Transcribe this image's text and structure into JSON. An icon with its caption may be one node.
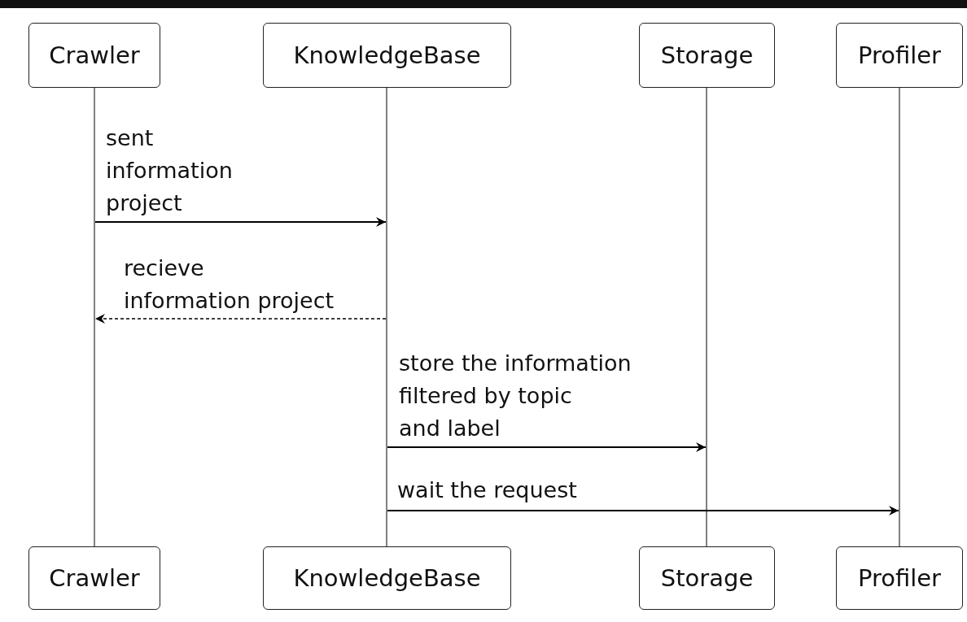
{
  "diagram": {
    "nodes": [
      {
        "text": [
          "Crawler"
        ]
      },
      {
        "text": [
          "KnowledgeBase"
        ]
      },
      {
        "text": [
          "Storage"
        ]
      },
      {
        "text": [
          "Profiler"
        ]
      },
      {
        "text": [
          "Crawler"
        ]
      },
      {
        "text": [
          "KnowledgeBase"
        ]
      },
      {
        "text": [
          "Storage"
        ]
      },
      {
        "text": [
          "Profiler"
        ]
      },
      {
        "text": [],
        "shape": "line"
      },
      {
        "text": [],
        "shape": "line"
      },
      {
        "text": [],
        "shape": "line"
      },
      {
        "text": [],
        "shape": "line"
      }
    ],
    "edges": [
      {
        "from": 8,
        "to": 9,
        "arrow": "to",
        "label": "sent information project"
      },
      {
        "from": 9,
        "to": 8,
        "arrow": "to",
        "label": "recieve information project",
        "style": "dashed"
      },
      {
        "from": 9,
        "to": 10,
        "arrow": "to",
        "label": "store the information filtered by topic and label"
      },
      {
        "from": 9,
        "to": 11,
        "arrow": "to",
        "label": "wait the request"
      }
    ]
  }
}
